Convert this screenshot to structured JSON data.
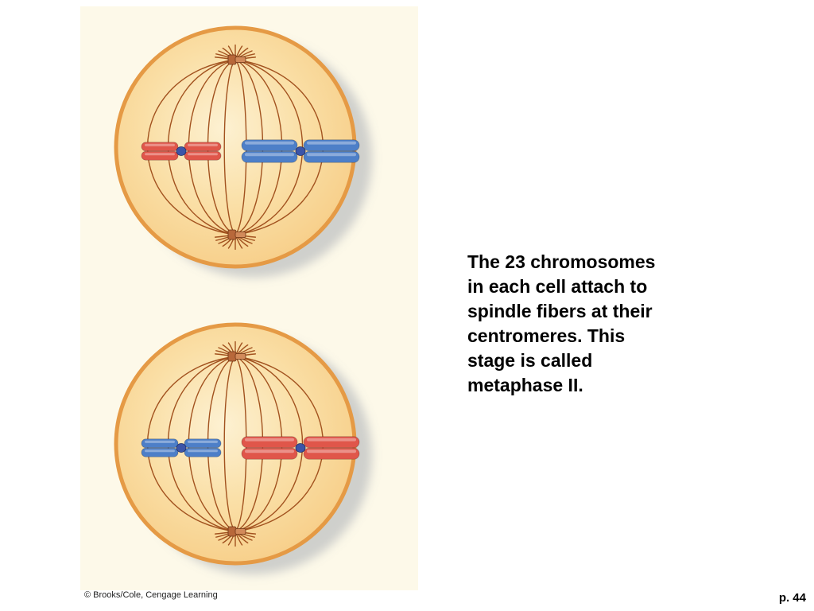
{
  "caption": {
    "lines": [
      "The 23 chromosomes",
      "in each cell attach to",
      "spindle fibers at their",
      "centromeres. This",
      "stage is called",
      "metaphase II."
    ]
  },
  "credit": "© Brooks/Cole, Cengage Learning",
  "page_number": "p. 44",
  "colors": {
    "panel_background": "#fdf9e9",
    "cell_fill": "#f7cf8a",
    "cell_border": "#e59a45",
    "spindle_fiber": "#a2521f",
    "centrosome": "#b8683a",
    "chromosome_red": "#e0564a",
    "chromosome_blue": "#4d7fc8",
    "centromere": "#3c55a8"
  },
  "cells": [
    {
      "name": "top-cell",
      "small_chromosome": "red",
      "large_chromosome": "blue"
    },
    {
      "name": "bottom-cell",
      "small_chromosome": "blue",
      "large_chromosome": "red"
    }
  ]
}
